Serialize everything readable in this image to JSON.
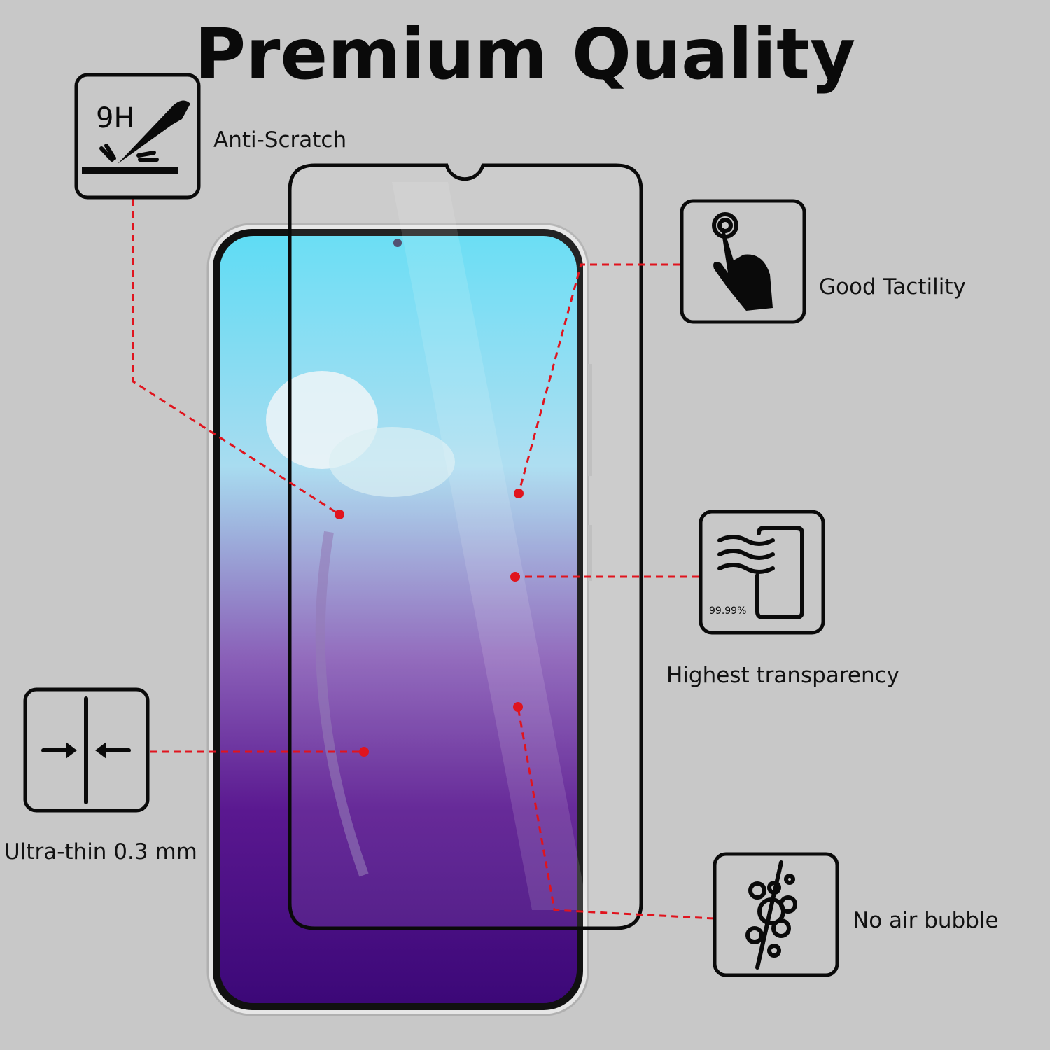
{
  "title": "Premium Quality",
  "features": [
    {
      "label": "Anti-Scratch",
      "icon": "knife-scratch-icon",
      "badge": "9H"
    },
    {
      "label": "Good Tactility",
      "icon": "touch-hand-icon"
    },
    {
      "label": "Highest transparency",
      "icon": "transparency-icon",
      "badge": "99.99%"
    },
    {
      "label": "Ultra-thin 0.3 mm",
      "icon": "thin-arrows-icon"
    },
    {
      "label": "No air bubble",
      "icon": "bubbles-icon"
    }
  ],
  "colors": {
    "background": "#c8c8c8",
    "callout": "#e0141e",
    "screen_top": "#5fdcf4",
    "screen_bottom": "#3c0878"
  }
}
